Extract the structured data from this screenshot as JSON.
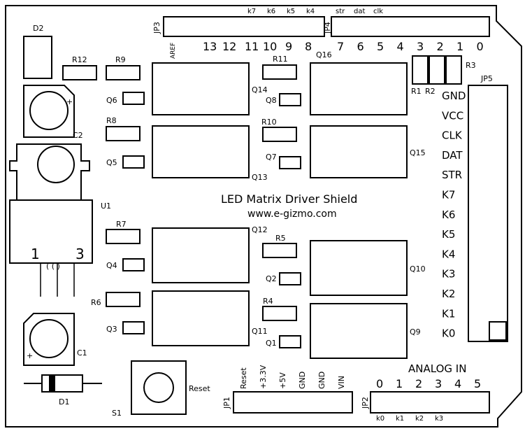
{
  "title": "LED Matrix Driver Shield",
  "website": "www.e-gizmo.com",
  "components": {
    "D2": "D2",
    "R12": "R12",
    "R9": "R9",
    "R8": "R8",
    "R7": "R7",
    "R6": "R6",
    "Q6": "Q6",
    "Q5": "Q5",
    "Q4": "Q4",
    "Q3": "Q3",
    "C2": "C2",
    "C1": "C1",
    "U1": "U1",
    "D1": "D1",
    "S1": "S1",
    "Reset": "Reset",
    "R11": "R11",
    "R10": "R10",
    "R5": "R5",
    "R4": "R4",
    "Q8": "Q8",
    "Q7": "Q7",
    "Q2": "Q2",
    "Q1": "Q1",
    "Q14": "Q14",
    "Q13": "Q13",
    "Q12": "Q12",
    "Q11": "Q11",
    "Q16": "Q16",
    "Q15": "Q15",
    "Q10": "Q10",
    "Q9": "Q9",
    "R1": "R1",
    "R2": "R2",
    "R3": "R3",
    "JP1": "JP1",
    "JP2": "JP2",
    "JP3": "JP3",
    "JP4": "JP4",
    "JP5": "JP5",
    "AREF": "AREF",
    "u1_pin1": "1",
    "u1_pin3": "3"
  },
  "jp3": {
    "top_labels": [
      "k7",
      "k6",
      "k5",
      "k4"
    ],
    "pins": [
      "13",
      "12",
      "11",
      "10",
      "9",
      "8"
    ]
  },
  "jp4": {
    "top_labels": [
      "str",
      "dat",
      "clk"
    ],
    "pins": [
      "7",
      "6",
      "5",
      "4",
      "3",
      "2",
      "1",
      "0"
    ]
  },
  "jp5": {
    "pins": [
      "GND",
      "VCC",
      "CLK",
      "DAT",
      "STR",
      "K7",
      "K6",
      "K5",
      "K4",
      "K3",
      "K2",
      "K1",
      "K0"
    ]
  },
  "jp1": {
    "pins": [
      "Reset",
      "+3.3V",
      "+5V",
      "GND",
      "GND",
      "VIN"
    ]
  },
  "jp2": {
    "header": "ANALOG IN",
    "pins": [
      "0",
      "1",
      "2",
      "3",
      "4",
      "5"
    ],
    "bottom_labels": [
      "k0",
      "k1",
      "k2",
      "k3"
    ]
  }
}
